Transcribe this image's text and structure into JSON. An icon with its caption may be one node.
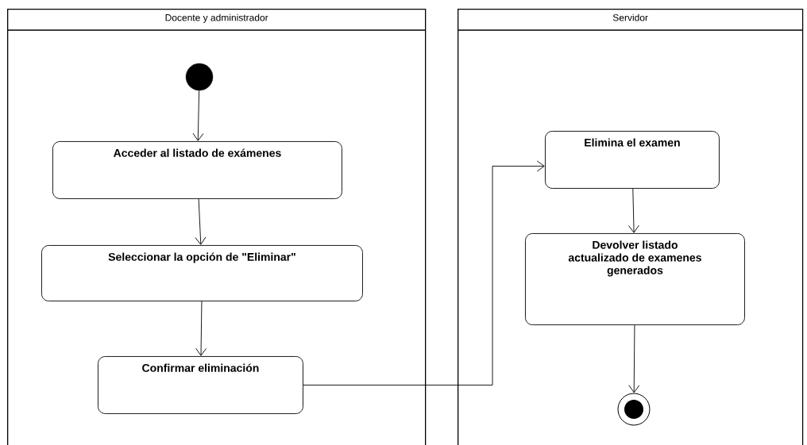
{
  "diagram": {
    "nodes": [
      {
        "text": [
          "Docente y administrador"
        ]
      },
      {
        "text": [
          "Servidor"
        ]
      },
      {
        "text": [],
        "shape": "circle",
        "in": 0
      },
      {
        "text": [
          "Acceder al listado de exámenes"
        ],
        "in": 0
      },
      {
        "text": [
          "Seleccionar la opción de \"Eliminar\""
        ],
        "in": 0
      },
      {
        "text": [
          "Confirmar eliminación"
        ],
        "in": 0
      },
      {
        "text": [
          "Elimina el examen"
        ],
        "in": 1
      },
      {
        "text": [
          "Devolver listado actualizado de examenes generados"
        ],
        "in": 1
      },
      {
        "text": [],
        "shape": "circle",
        "in": 1
      }
    ],
    "edges": [
      {
        "from": 2,
        "to": 3,
        "arrow": "to"
      },
      {
        "from": 3,
        "to": 4,
        "arrow": "to"
      },
      {
        "from": 4,
        "to": 5,
        "arrow": "to"
      },
      {
        "from": 5,
        "to": 6,
        "arrow": "to"
      },
      {
        "from": 6,
        "to": 7,
        "arrow": "to"
      },
      {
        "from": 7,
        "to": 8,
        "arrow": "to"
      }
    ]
  }
}
